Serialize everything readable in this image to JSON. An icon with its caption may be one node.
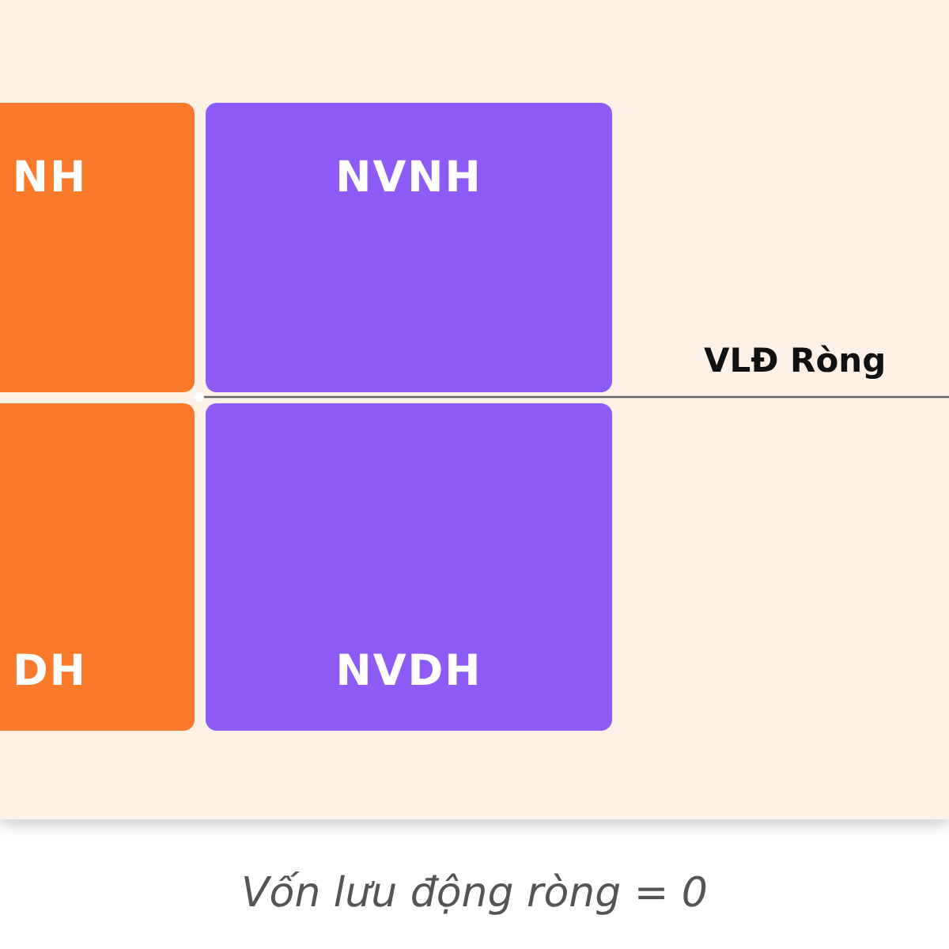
{
  "diagram": {
    "caption": "Vốn lưu động ròng = 0",
    "nodes": [
      {
        "text": [
          "NH"
        ]
      },
      {
        "text": [
          "NVNH"
        ]
      },
      {
        "text": [
          "DH"
        ]
      },
      {
        "text": [
          "NVDH"
        ]
      }
    ],
    "labels": [
      "VLĐ Ròng"
    ]
  }
}
